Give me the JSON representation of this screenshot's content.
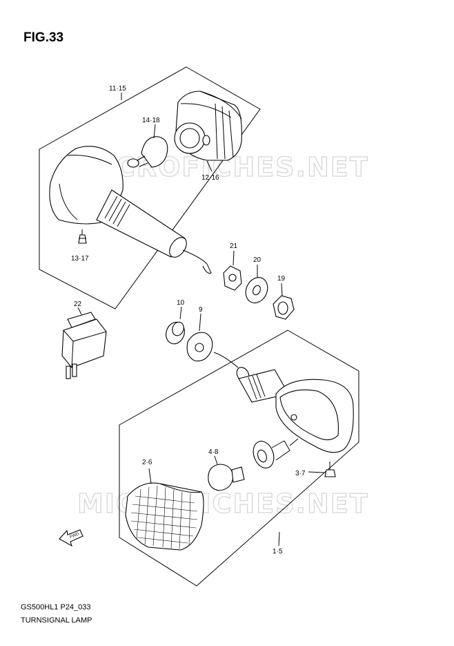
{
  "figure": {
    "title": "FIG.33"
  },
  "watermark": {
    "text": "MICROFICHES.NET"
  },
  "callouts": {
    "c_11_15": "11·15",
    "c_14_18": "14·18",
    "c_12_16": "12·16",
    "c_13_17": "13·17",
    "c_21": "21",
    "c_20": "20",
    "c_19": "19",
    "c_22": "22",
    "c_10": "10",
    "c_9": "9",
    "c_2_6": "2·6",
    "c_4_8": "4·8",
    "c_3_7": "3·7",
    "c_1_5": "1·5"
  },
  "fwd_arrow": {
    "label": "FWD"
  },
  "footer": {
    "model_code": "GS500HL1 P24_033",
    "caption": "TURNSIGNAL LAMP"
  }
}
